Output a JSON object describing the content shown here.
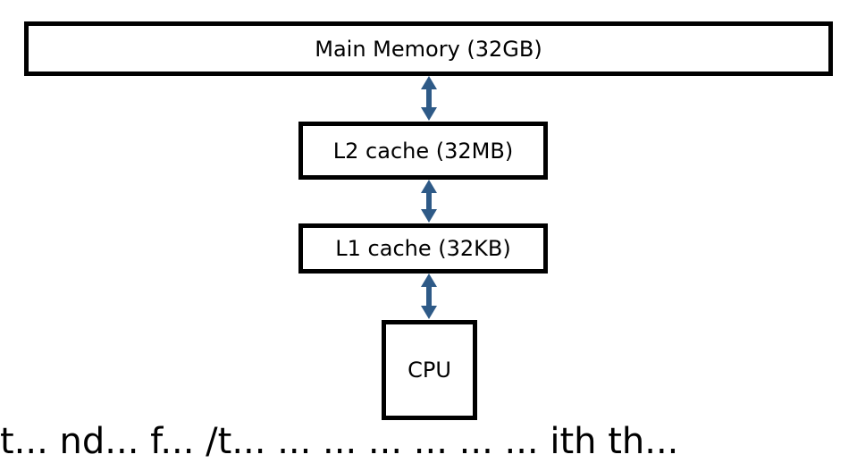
{
  "boxes": {
    "main_memory": "Main Memory (32GB)",
    "l2_cache": "L2 cache (32MB)",
    "l1_cache": "L1 cache (32KB)",
    "cpu": "CPU"
  },
  "arrow_color": "#2E5A87",
  "border_color": "#000000",
  "caption": "t... nd... f... /t... ... ... ... ... ... ... ith th..."
}
